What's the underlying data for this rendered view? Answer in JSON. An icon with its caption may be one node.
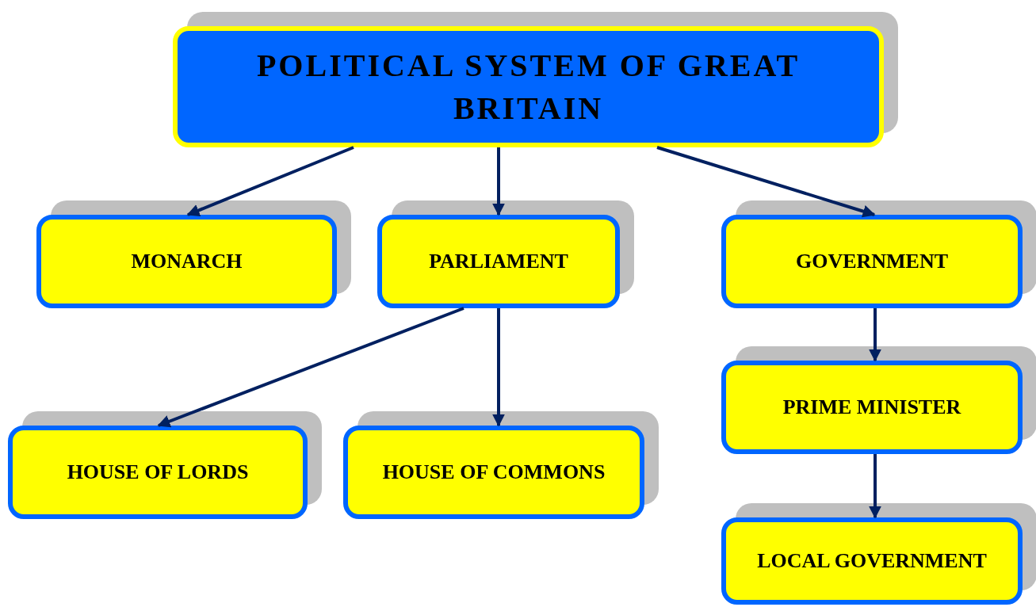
{
  "diagram": {
    "nodes": [
      {
        "text": [
          "POLITICAL SYSTEM OF GREAT BRITAIN"
        ]
      },
      {
        "text": [
          "MONARCH"
        ]
      },
      {
        "text": [
          "PARLIAMENT"
        ]
      },
      {
        "text": [
          "GOVERNMENT"
        ]
      },
      {
        "text": [
          "HOUSE OF LORDS"
        ]
      },
      {
        "text": [
          "HOUSE OF COMMONS"
        ]
      },
      {
        "text": [
          "PRIME MINISTER"
        ]
      },
      {
        "text": [
          "LOCAL GOVERNMENT"
        ]
      }
    ],
    "edges": [
      {
        "from": 0,
        "to": 1,
        "arrow": "to"
      },
      {
        "from": 0,
        "to": 2,
        "arrow": "to"
      },
      {
        "from": 0,
        "to": 3,
        "arrow": "to"
      },
      {
        "from": 2,
        "to": 4,
        "arrow": "to"
      },
      {
        "from": 2,
        "to": 5,
        "arrow": "to"
      },
      {
        "from": 3,
        "to": 6,
        "arrow": "to"
      },
      {
        "from": 6,
        "to": 7,
        "arrow": "to"
      }
    ]
  }
}
